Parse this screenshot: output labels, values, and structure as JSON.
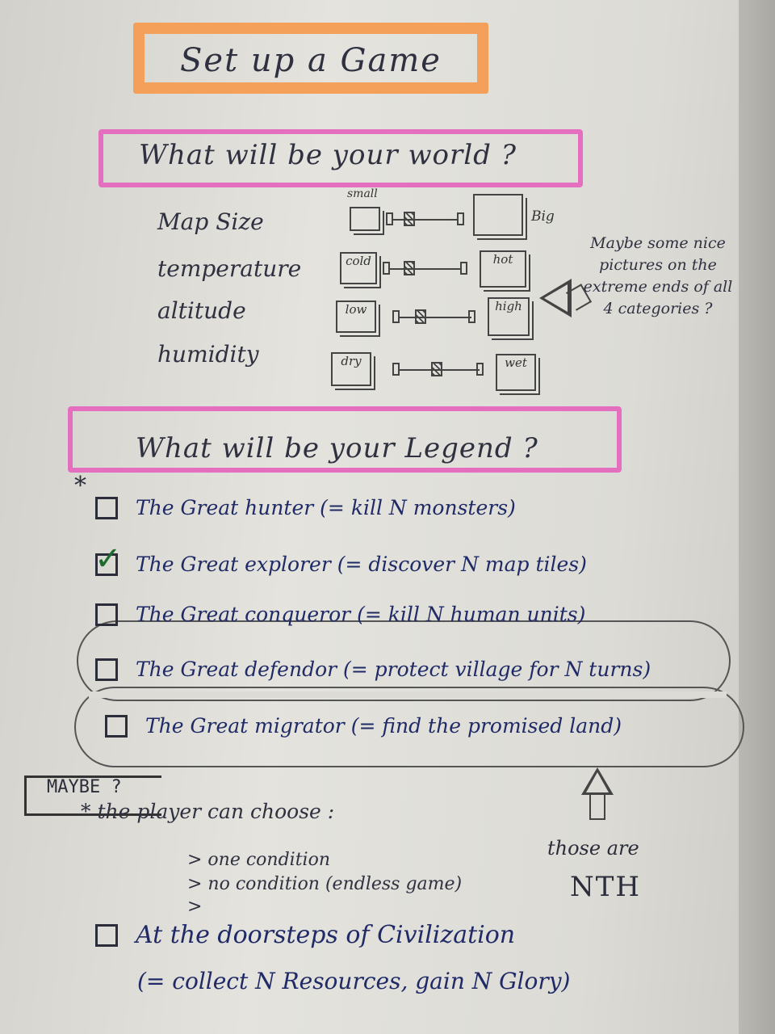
{
  "title": "Set up a Game",
  "world": {
    "heading": "What will be your world ?",
    "size_hint_left": "small",
    "sliders": [
      {
        "label": "Map Size",
        "left": "",
        "right": "",
        "right_outside": "Big"
      },
      {
        "label": "temperature",
        "left": "cold",
        "right": "hot"
      },
      {
        "label": "altitude",
        "left": "low",
        "right": "high"
      },
      {
        "label": "humidity",
        "left": "dry",
        "right": "wet"
      }
    ],
    "side_note": "Maybe some nice pictures on the extreme ends of all 4 categories ?"
  },
  "legend": {
    "heading": "What will be your Legend ?",
    "asterisk": "*",
    "options": [
      {
        "label": "The Great hunter (= kill N monsters)",
        "checked": false
      },
      {
        "label": "The Great explorer (= discover N map tiles)",
        "checked": true
      },
      {
        "label": "The Great conqueror (= kill N human units)",
        "checked": false
      },
      {
        "label": "The Great defendor (= protect village for N turns)",
        "checked": false
      },
      {
        "label": "The Great migrator (= find the promised land)",
        "checked": false
      }
    ],
    "checkmark": "✓"
  },
  "maybe": {
    "tag": "MAYBE ?",
    "player_line": "* the player can choose :",
    "conditions": [
      "> one condition",
      "> no condition (endless game)",
      ">"
    ],
    "nth_note": "those are",
    "nth": "NTH"
  },
  "civilization": {
    "label": "At the doorsteps of Civilization",
    "sub": "(= collect N Resources, gain N Glory)",
    "checked": false
  }
}
